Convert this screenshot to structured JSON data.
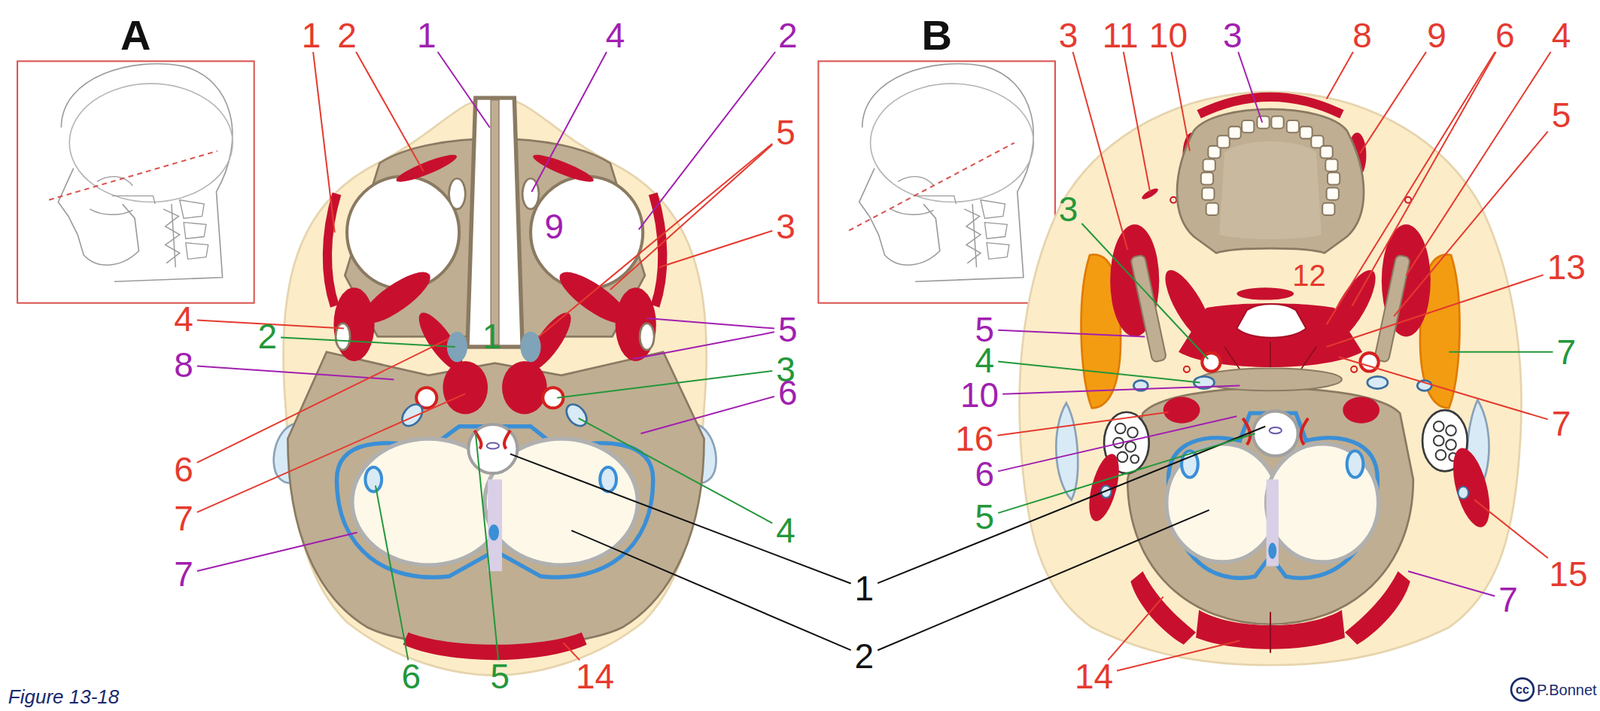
{
  "diagram": {
    "labels": [
      "A",
      "1",
      "2",
      "1",
      "4",
      "2",
      "5",
      "3",
      "9",
      "4",
      "2",
      "1",
      "5",
      "3",
      "8",
      "6",
      "6",
      "7",
      "4",
      "7",
      "6",
      "5",
      "14",
      "1",
      "2",
      "B",
      "3",
      "11",
      "10",
      "3",
      "8",
      "9",
      "6",
      "4",
      "5",
      "13",
      "7",
      "7",
      "15",
      "7",
      "14",
      "12",
      "3",
      "5",
      "4",
      "10",
      "16",
      "6",
      "5",
      "Figure 13-18",
      "P.Bonnet",
      "cc"
    ]
  }
}
